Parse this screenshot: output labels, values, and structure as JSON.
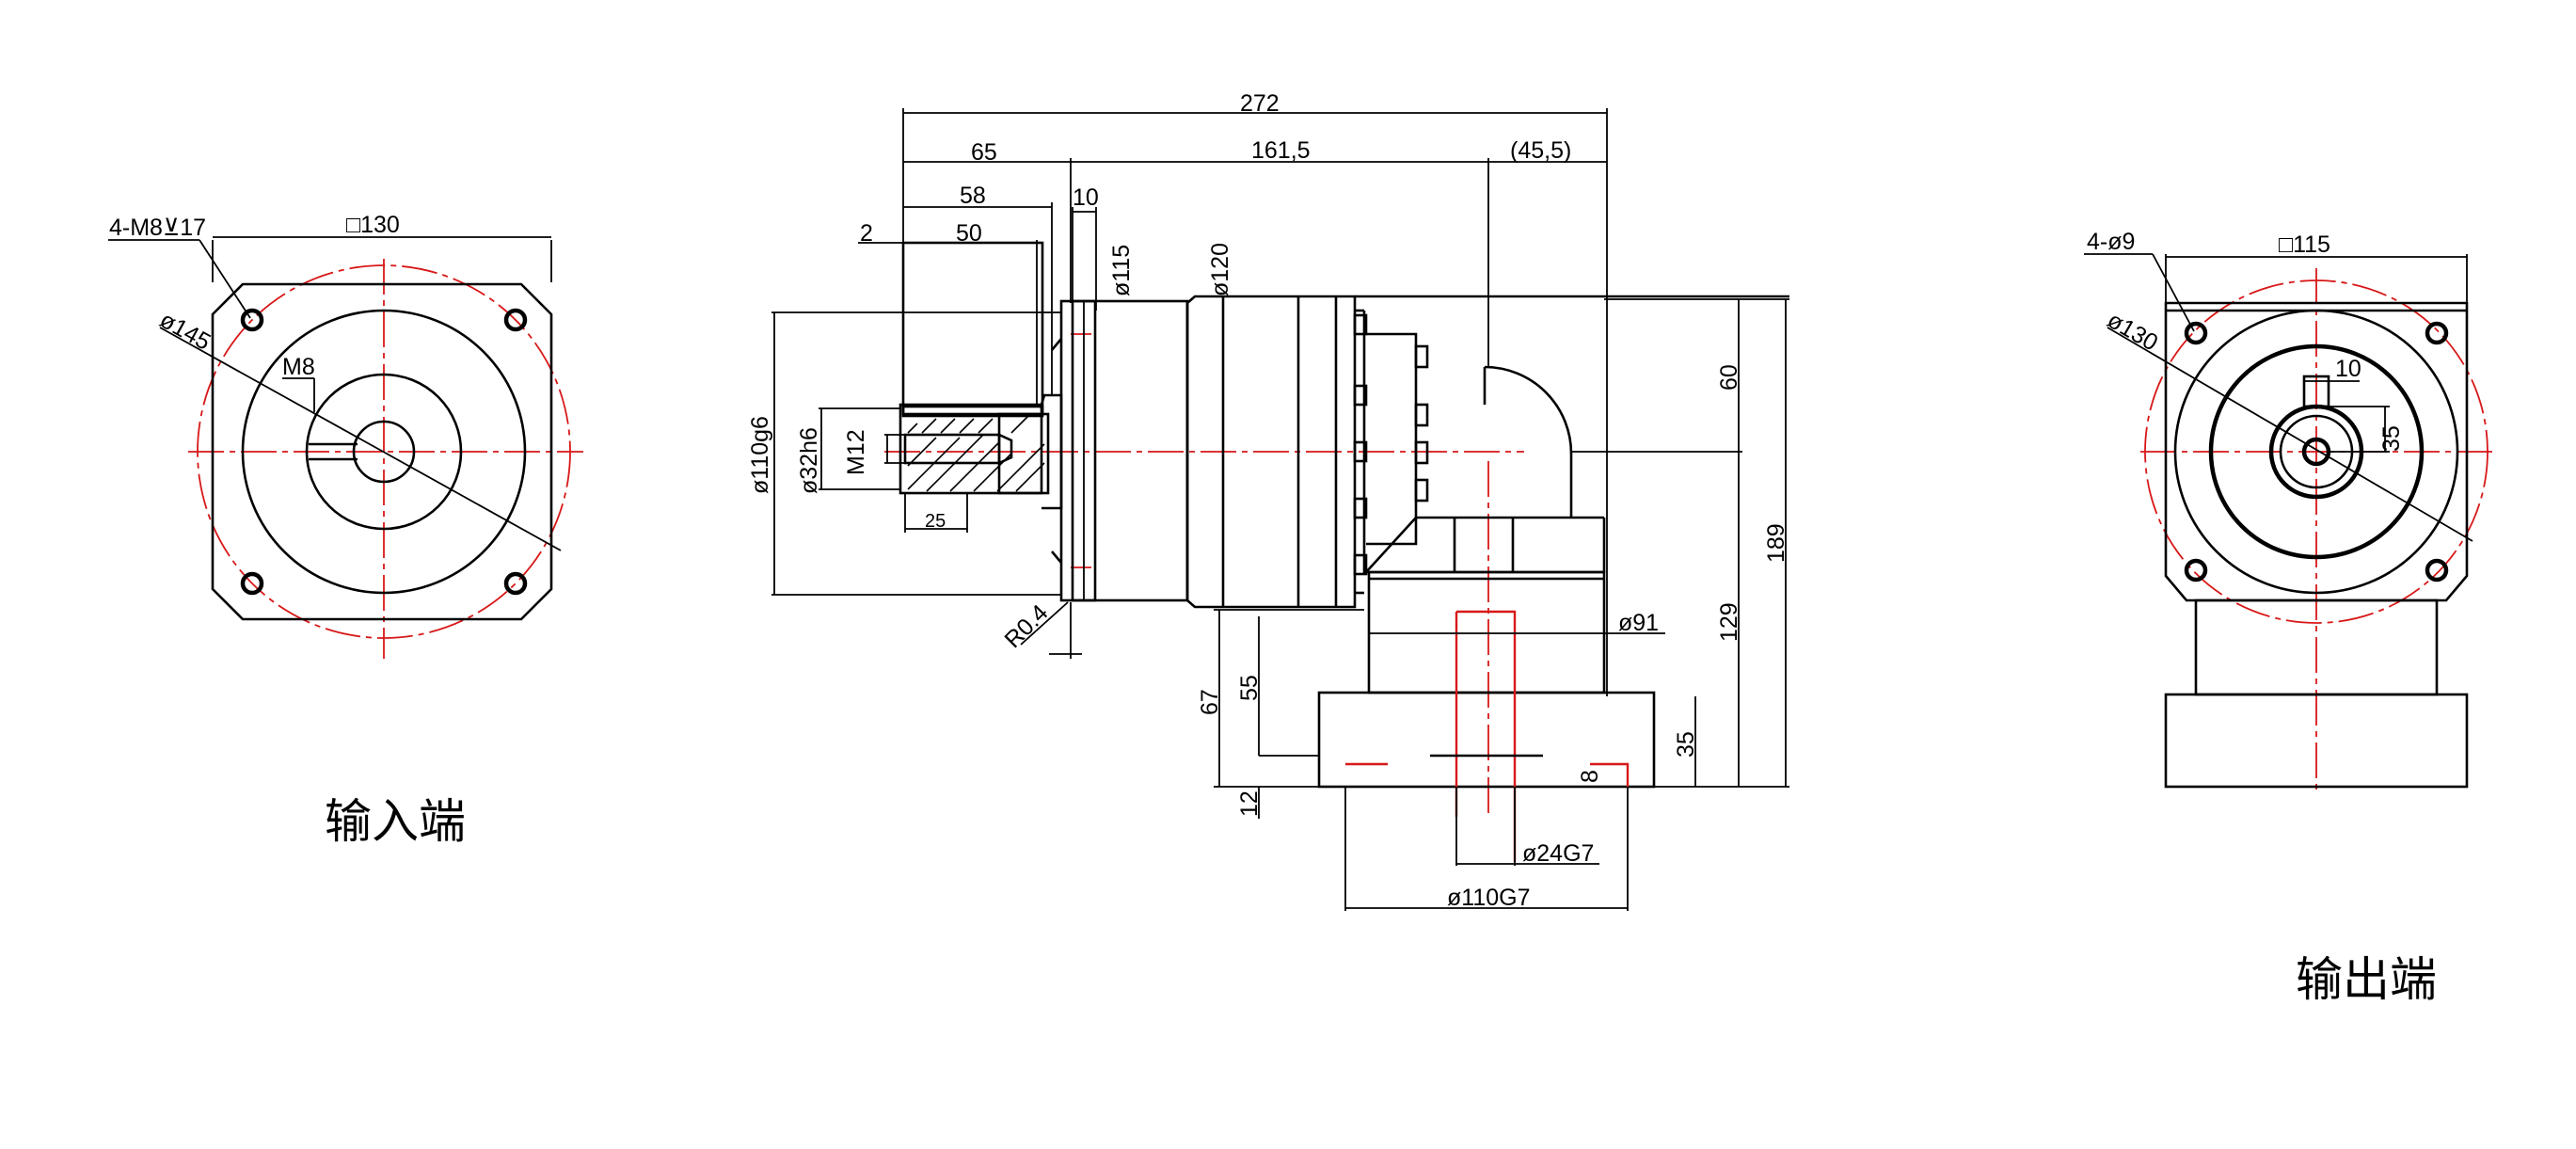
{
  "input_view": {
    "caption": "输入端",
    "square_label": "□130",
    "holes_label": "4-M8⊻17",
    "pcd_label": "ø145",
    "thread_label": "M8"
  },
  "front_view": {
    "overall_length": "272",
    "left_length": "65",
    "middle_length": "161,5",
    "right_length": "(45,5)",
    "length_58": "58",
    "length_10": "10",
    "length_2": "2",
    "length_50": "50",
    "length_25": "25",
    "dia_115": "ø115",
    "dia_120": "ø120",
    "dia_110g6": "ø110g6",
    "dia_32h6": "ø32h6",
    "thread_m12": "M12",
    "radius": "R0.4",
    "dia_91": "ø91",
    "dia_24G7": "ø24G7",
    "dia_110G7": "ø110G7",
    "height_60": "60",
    "height_189": "189",
    "height_129": "129",
    "height_35": "35",
    "height_67": "67",
    "height_55": "55",
    "height_12": "12",
    "key_8": "8"
  },
  "output_view": {
    "caption": "输出端",
    "square_label": "□115",
    "holes_label": "4-ø9",
    "pcd_label": "ø130",
    "key_width": "10",
    "key_height": "35"
  }
}
